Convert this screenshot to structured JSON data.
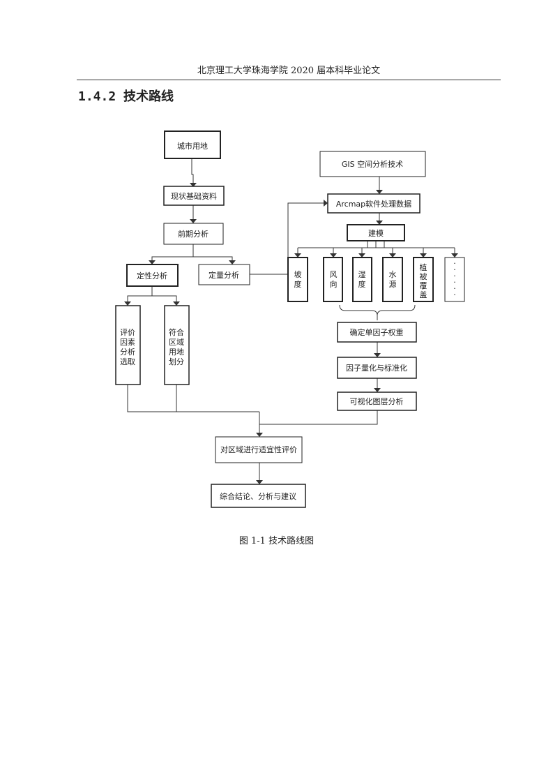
{
  "header": "北京理工大学珠海学院 2020 届本科毕业论文",
  "heading": "1.4.2 技术路线",
  "caption": "图 1-1 技术路线图",
  "nodes": {
    "urban_land": "城市用地",
    "status_data": "现状基础资料",
    "pre_analysis": "前期分析",
    "qualitative": "定性分析",
    "quantitative": "定量分析",
    "eval_factor": [
      "评价",
      "因素",
      "分析",
      "选取"
    ],
    "land_zoning": [
      "符合",
      "区域",
      "用地",
      "划分"
    ],
    "gis": "GIS 空间分析技术",
    "arcmap": "Arcmap软件处理数据",
    "modeling": "建模",
    "slope": [
      "坡",
      "度"
    ],
    "wind": [
      "风",
      "向"
    ],
    "humidity": [
      "湿",
      "度"
    ],
    "water": [
      "水",
      "源"
    ],
    "vegetation": [
      "植",
      "被",
      "覆",
      "盖"
    ],
    "more": [
      "·",
      "·",
      "·",
      "·",
      "·",
      "·"
    ],
    "weights": "确定单因子权重",
    "standardize": "因子量化与标准化",
    "visual": "可视化图层分析",
    "regional_eval": "对区域进行适宜性评价",
    "conclusion": "综合结论、分析与建议"
  }
}
